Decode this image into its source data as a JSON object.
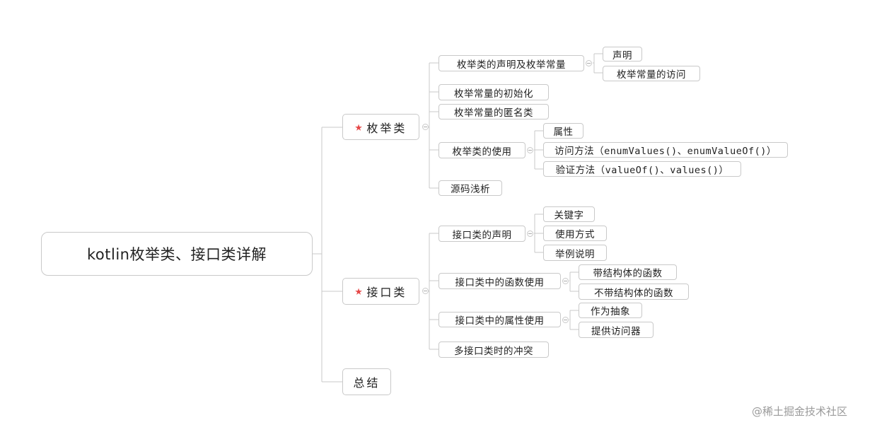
{
  "root": "kotlin枚举类、接口类详解",
  "branches": {
    "enum": {
      "label": "枚举类",
      "children": {
        "decl": {
          "label": "枚举类的声明及枚举常量",
          "children": [
            "声明",
            "枚举常量的访问"
          ]
        },
        "init": {
          "label": "枚举常量的初始化"
        },
        "anon": {
          "label": "枚举常量的匿名类"
        },
        "usage": {
          "label": "枚举类的使用",
          "children": [
            "属性",
            "访问方法（enumValues()、enumValueOf()）",
            "验证方法（valueOf()、values()）"
          ]
        },
        "source": {
          "label": "源码浅析"
        }
      }
    },
    "iface": {
      "label": "接口类",
      "children": {
        "decl": {
          "label": "接口类的声明",
          "children": [
            "关键字",
            "使用方式",
            "举例说明"
          ]
        },
        "funcs": {
          "label": "接口类中的函数使用",
          "children": [
            "带结构体的函数",
            "不带结构体的函数"
          ]
        },
        "props": {
          "label": "接口类中的属性使用",
          "children": [
            "作为抽象",
            "提供访问器"
          ]
        },
        "conflict": {
          "label": "多接口类时的冲突"
        }
      }
    },
    "summary": {
      "label": "总结"
    }
  },
  "watermark": "@稀土掘金技术社区",
  "colors": {
    "star": "#e64848",
    "border": "#c9c9c9",
    "line": "#c9c9c9"
  },
  "icons": {
    "priority": "star-icon",
    "toggle": "collapse-icon"
  }
}
